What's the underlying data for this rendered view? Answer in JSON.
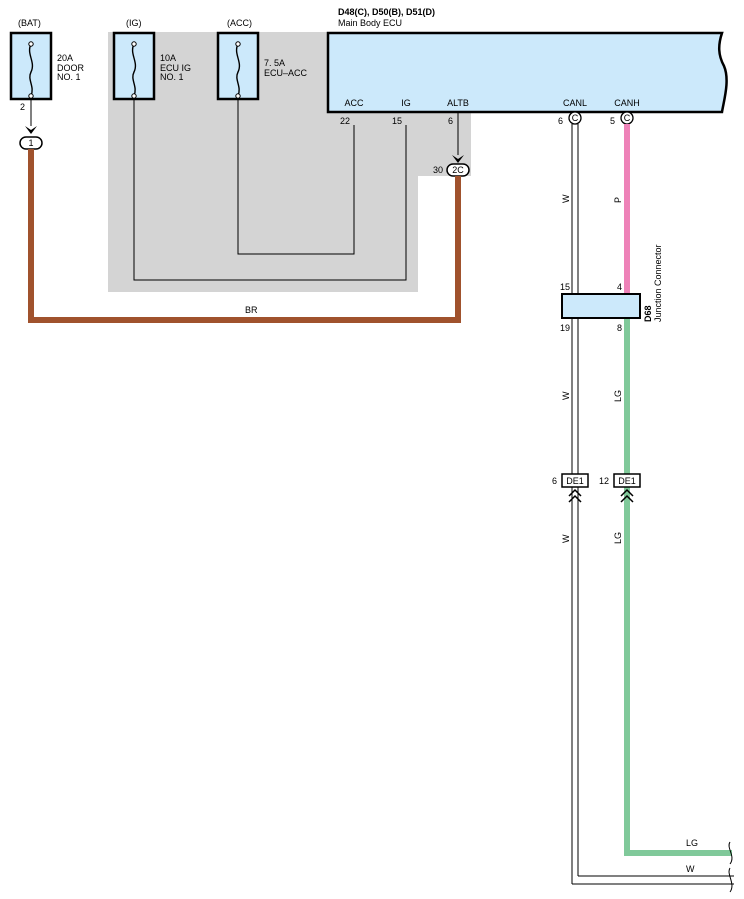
{
  "fuses": {
    "bat": {
      "source": "(BAT)",
      "rating": "20A",
      "name1": "DOOR",
      "name2": "NO. 1",
      "pin": "2"
    },
    "ig": {
      "source": "(IG)",
      "rating": "10A",
      "name1": "ECU IG",
      "name2": "NO. 1"
    },
    "acc": {
      "source": "(ACC)",
      "rating": "7. 5A",
      "name1": "ECU–ACC"
    }
  },
  "ecu": {
    "title": "D48(C), D50(B), D51(D)",
    "name": "Main Body ECU",
    "terminals": {
      "acc": {
        "label": "ACC",
        "pin": "22"
      },
      "ig": {
        "label": "IG",
        "pin": "15"
      },
      "altb": {
        "label": "ALTB",
        "pin": "6"
      },
      "canl": {
        "label": "CANL",
        "pin": "6",
        "conn": "C"
      },
      "canh": {
        "label": "CANH",
        "pin": "5",
        "conn": "C"
      }
    }
  },
  "connectors": {
    "bat_in": "1",
    "altb_in": {
      "pin": "30",
      "code": "2C"
    },
    "de1_canl": {
      "pin": "6",
      "code": "DE1"
    },
    "de1_canh": {
      "pin": "12",
      "code": "DE1"
    }
  },
  "junction": {
    "code": "D68",
    "name": "Junction Connector",
    "pins": {
      "canl_top": "15",
      "canh_top": "4",
      "canl_bottom": "19",
      "canh_bottom": "8"
    }
  },
  "wires": {
    "br": "BR",
    "canl_upper": "W",
    "canh_upper": "P",
    "canl_middle": "W",
    "canh_middle": "LG",
    "canl_lower": "W",
    "canh_lower": "LG",
    "canh_exit": "LG",
    "canl_exit": "W"
  },
  "colors": {
    "ecu_fill": "#cce9fb",
    "fuse_fill": "#cce9fb",
    "shaded_region": "#d4d4d4",
    "wire_br": "#a0522d",
    "wire_p": "#ee82b8",
    "wire_lg": "#80c99a",
    "wire_w": "#000000"
  }
}
